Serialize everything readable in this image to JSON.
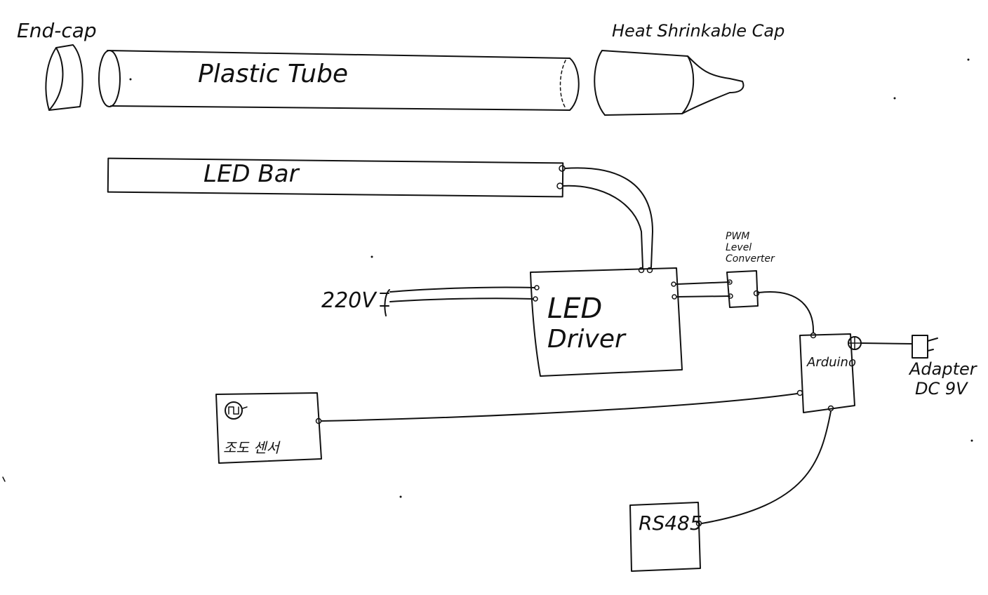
{
  "labels": {
    "end_cap": "End-cap",
    "heat_shrink_cap": "Heat Shrinkable Cap",
    "plastic_tube": "Plastic Tube",
    "led_bar": "LED Bar",
    "pwm_level_converter": [
      "PWM",
      "Level",
      "Converter"
    ],
    "voltage_220": "220V",
    "led_driver": [
      "LED",
      "Driver"
    ],
    "arduino": "Arduino",
    "adapter": [
      "Adapter",
      "DC 9V"
    ],
    "illuminance_sensor": "조도 센서",
    "rs485": "RS485"
  }
}
